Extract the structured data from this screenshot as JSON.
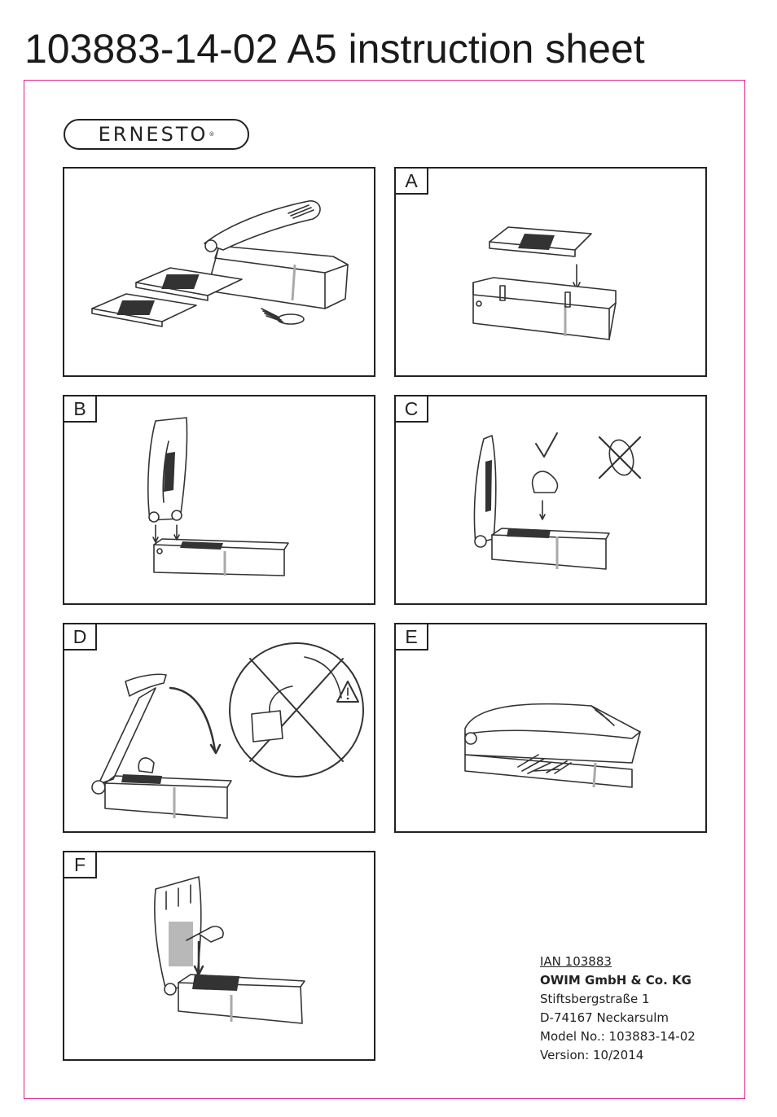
{
  "document": {
    "title": "103883-14-02 A5 instruction sheet"
  },
  "brand": {
    "logo_text": "ERNESTO",
    "registered_mark": "®"
  },
  "panels": [
    {
      "label": ""
    },
    {
      "label": "A"
    },
    {
      "label": "B"
    },
    {
      "label": "C"
    },
    {
      "label": "D"
    },
    {
      "label": "E"
    },
    {
      "label": "F"
    }
  ],
  "contact": {
    "ian": "IAN 103883",
    "company": "OWIM GmbH & Co. KG",
    "street": "Stiftsbergstraße 1",
    "city": "D-74167 Neckarsulm",
    "model": "Model No.: 103883-14-02",
    "version": "Version: 10/2014"
  },
  "colors": {
    "frame_border": "#e0208f",
    "line_art": "#333333"
  },
  "icons": [
    "check-icon",
    "cross-icon",
    "warning-icon",
    "down-arrow-icon",
    "rotate-arrow-icon"
  ]
}
